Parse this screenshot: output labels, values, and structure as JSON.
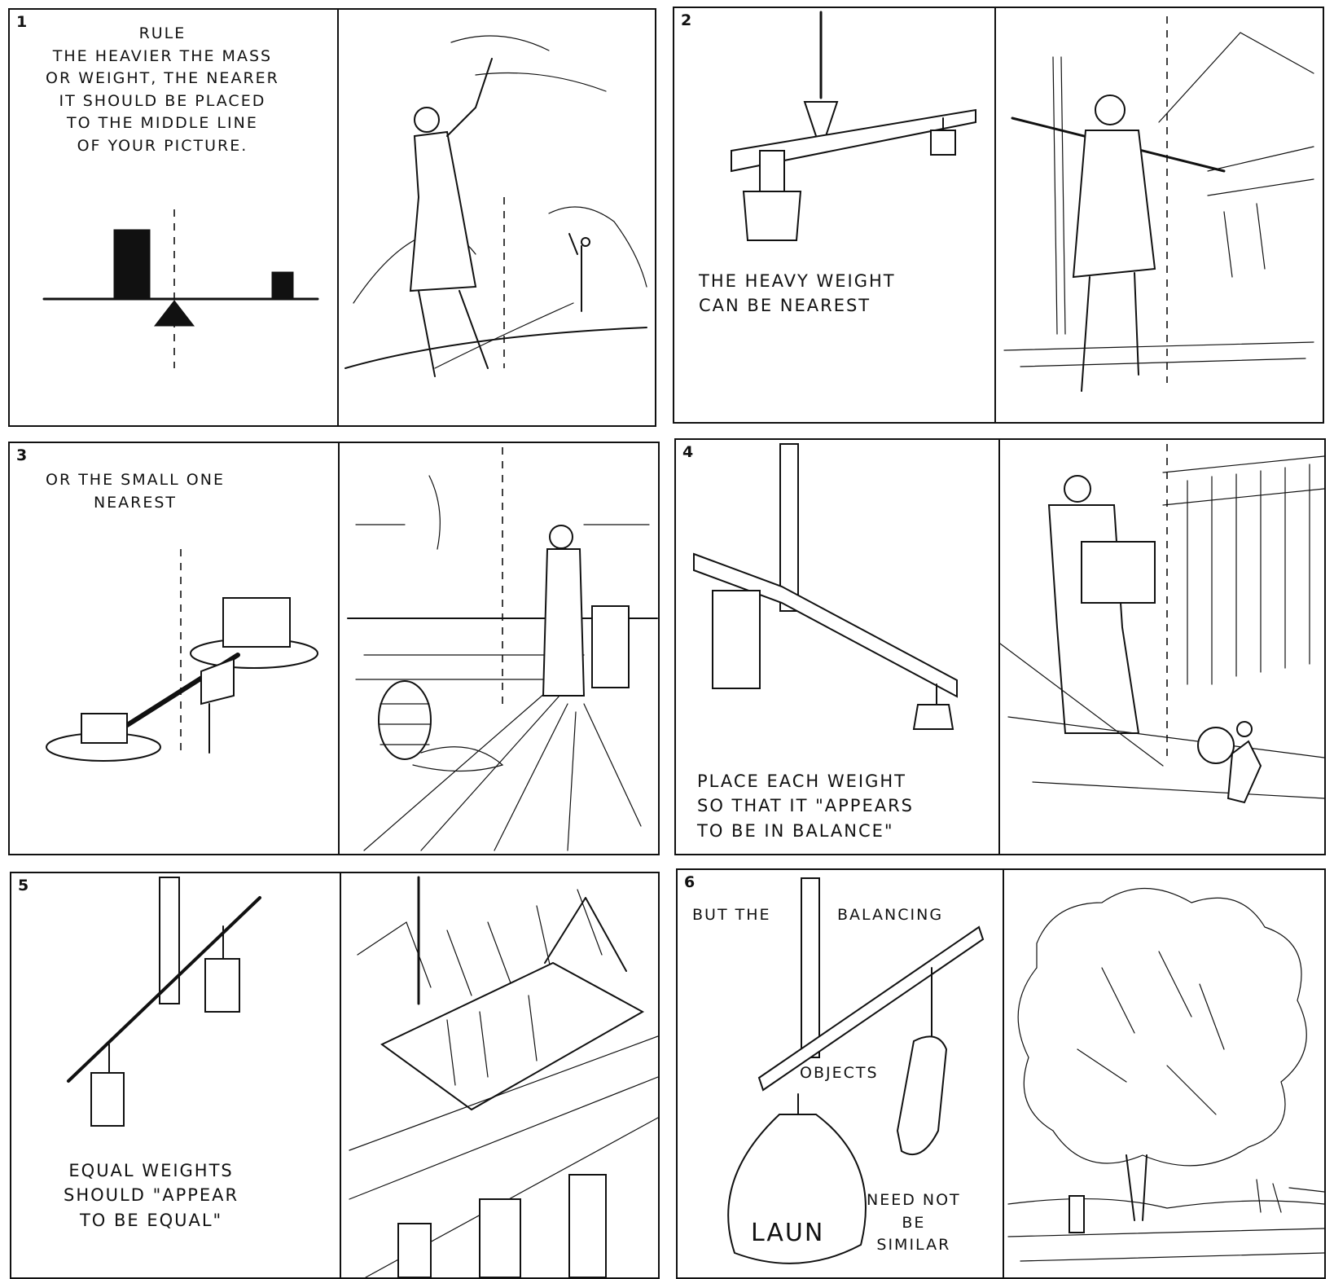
{
  "panels": [
    {
      "number": "1",
      "caption": "RULE\nTHE HEAVIER THE MASS\nOR WEIGHT, THE NEARER\nIT SHOULD BE PLACED\nTO THE MIDDLE LINE\nOF YOUR PICTURE."
    },
    {
      "number": "2",
      "caption": "THE HEAVY WEIGHT\nCAN BE NEAREST"
    },
    {
      "number": "3",
      "caption": "OR THE SMALL ONE\nNEAREST"
    },
    {
      "number": "4",
      "caption": "PLACE EACH WEIGHT\nSO THAT IT \"APPEARS\nTO BE IN BALANCE\""
    },
    {
      "number": "5",
      "caption": "EQUAL WEIGHTS\nSHOULD \"APPEAR\nTO BE EQUAL\""
    },
    {
      "number": "6",
      "caption_parts": {
        "top_left": "BUT THE",
        "top_right": "BALANCING",
        "middle": "OBJECTS",
        "bottom": "NEED NOT\nBE\nSIMILAR"
      },
      "bag_label": "LAUN"
    }
  ]
}
